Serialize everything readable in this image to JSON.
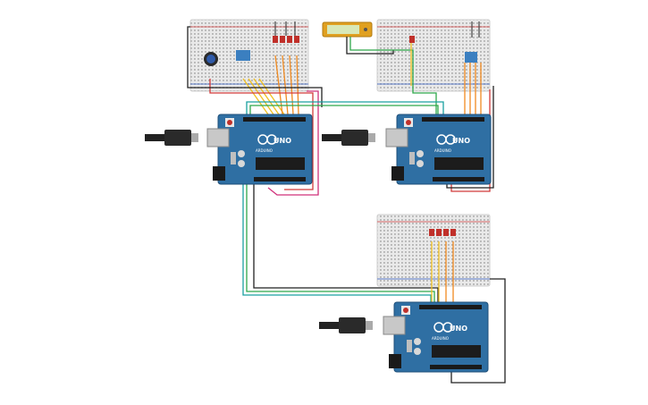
{
  "boards": [
    {
      "id": "arduino-1",
      "label": "UNO",
      "brand": "ARDUINO"
    },
    {
      "id": "arduino-2",
      "label": "UNO",
      "brand": "ARDUINO"
    },
    {
      "id": "arduino-3",
      "label": "UNO",
      "brand": "ARDUINO"
    }
  ],
  "colors": {
    "board": "#2f6fa3",
    "board_dark": "#1f4f78",
    "breadboard": "#e9e9e9",
    "wire_yellow": "#f0c020",
    "wire_orange": "#f08a20",
    "wire_red": "#d23a3a",
    "wire_magenta": "#d0307a",
    "wire_black": "#222222",
    "wire_green": "#2ea84a",
    "wire_teal": "#1aa0a0",
    "led": "#c0302a",
    "lcd": "#d8e8b8"
  }
}
